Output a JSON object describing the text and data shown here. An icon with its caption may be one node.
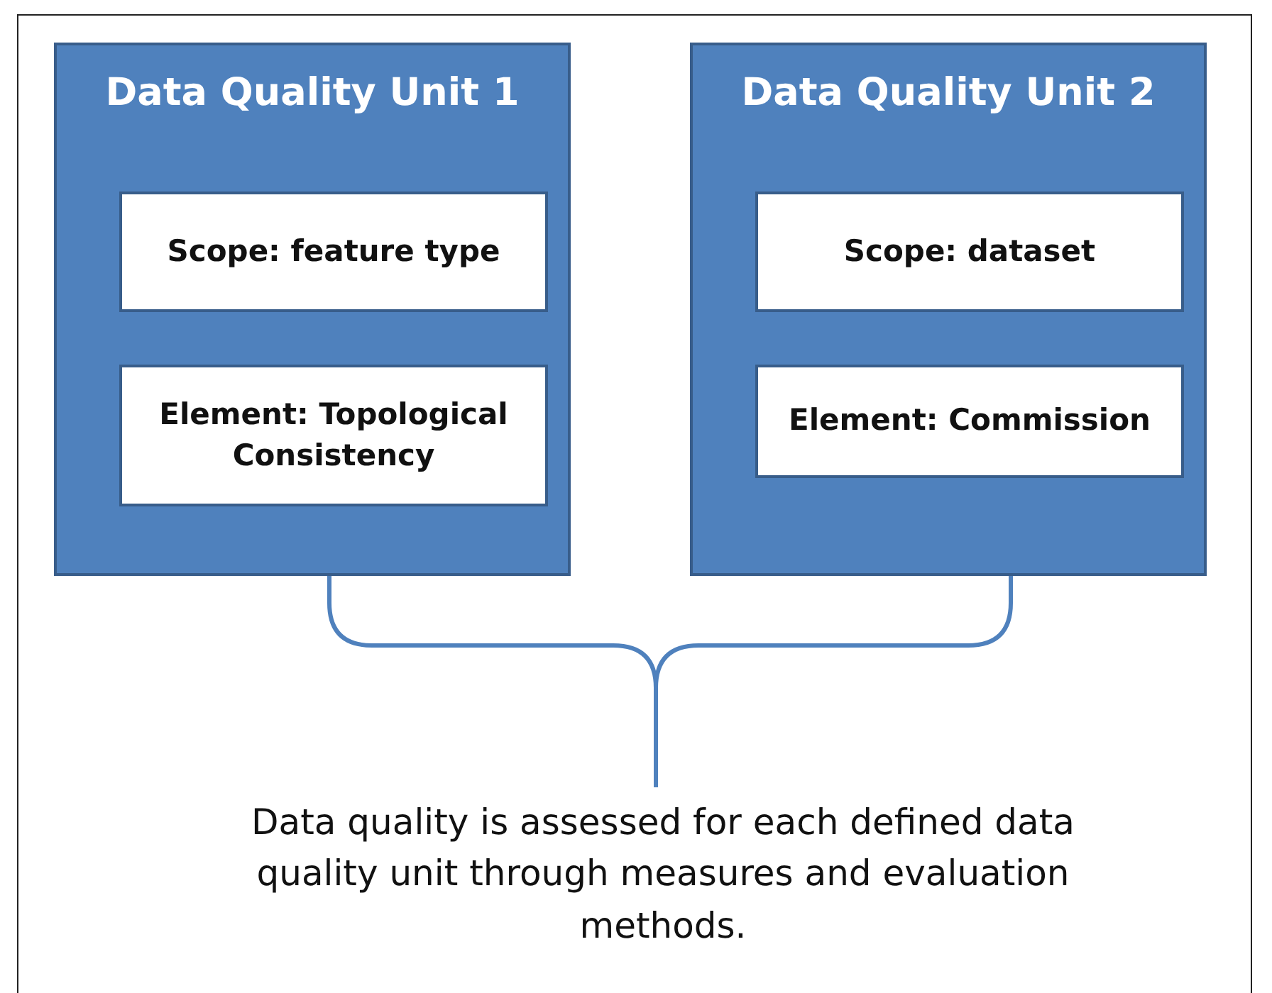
{
  "diagram": {
    "nodes": [
      {
        "text": [
          "Data Quality Unit 1"
        ]
      },
      {
        "text": [
          "Scope:  feature type"
        ],
        "in": 0
      },
      {
        "text": [
          "Element:  Topological Consistency"
        ],
        "in": 0
      },
      {
        "text": [
          "Data Quality Unit 2"
        ]
      },
      {
        "text": [
          "Scope:  dataset"
        ],
        "in": 3
      },
      {
        "text": [
          "Element:  Commission"
        ],
        "in": 3
      }
    ],
    "labels": [
      "Data quality is assessed for each defined data quality unit through measures and evaluation methods."
    ]
  }
}
